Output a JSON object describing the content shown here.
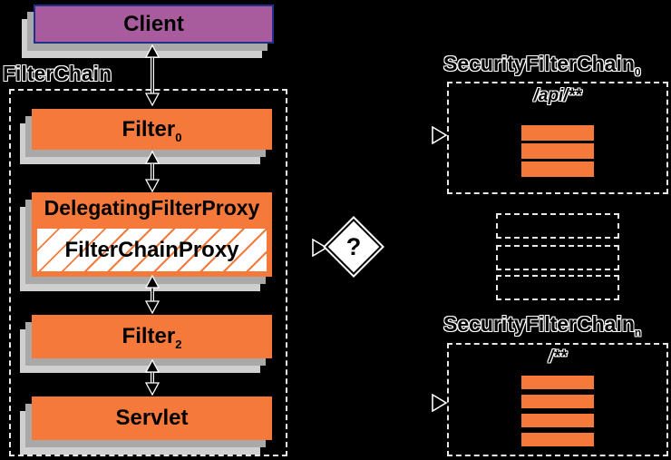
{
  "colors": {
    "background": "#000000",
    "orange": "#F4793B",
    "purple": "#A85C9E",
    "navy_border": "#20308C",
    "shadow_mid": "#A9A9A9",
    "shadow_light": "#CFCFCF",
    "dash": "#E8E8E8"
  },
  "left_column": {
    "client_label": "Client",
    "filterchain_label": "FilterChain",
    "filter0_label": "Filter",
    "filter0_sub": "0",
    "delegating_label": "DelegatingFilterProxy",
    "filterchainproxy_label": "FilterChainProxy",
    "filter2_label": "Filter",
    "filter2_sub": "2",
    "servlet_label": "Servlet"
  },
  "decision": {
    "question_mark": "?"
  },
  "right_column": {
    "chain0_label": "SecurityFilterChain",
    "chain0_sub": "0",
    "chain0_pattern": "/api/**",
    "chain0_bar_count": 3,
    "chainN_label": "SecurityFilterChain",
    "chainN_sub": "n",
    "chainN_pattern": "/**",
    "chainN_bar_count": 4
  }
}
